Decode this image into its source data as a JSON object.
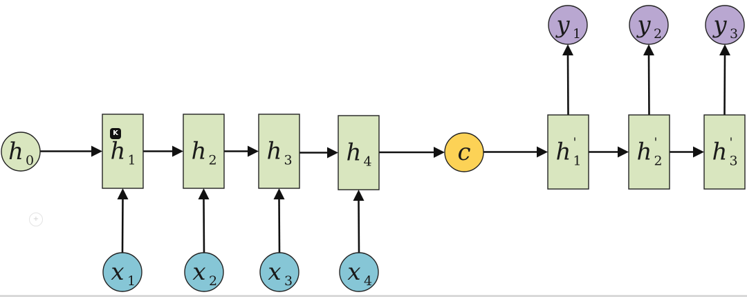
{
  "colors": {
    "hidden_fill": "#d9e6bf",
    "input_fill": "#86c6d6",
    "output_fill": "#b9a7d1",
    "context_fill": "#fcd256",
    "edge": "#111111"
  },
  "nodes": {
    "h0": {
      "main": "h",
      "sub": "0",
      "prime": ""
    },
    "h1": {
      "main": "h",
      "sub": "1",
      "prime": ""
    },
    "h2": {
      "main": "h",
      "sub": "2",
      "prime": ""
    },
    "h3": {
      "main": "h",
      "sub": "3",
      "prime": ""
    },
    "h4": {
      "main": "h",
      "sub": "4",
      "prime": ""
    },
    "c": {
      "main": "c",
      "sub": "",
      "prime": ""
    },
    "hp1": {
      "main": "h",
      "sub": "1",
      "prime": "'"
    },
    "hp2": {
      "main": "h",
      "sub": "2",
      "prime": "'"
    },
    "hp3": {
      "main": "h",
      "sub": "3",
      "prime": "'"
    },
    "x1": {
      "main": "x",
      "sub": "1",
      "prime": ""
    },
    "x2": {
      "main": "x",
      "sub": "2",
      "prime": ""
    },
    "x3": {
      "main": "x",
      "sub": "3",
      "prime": ""
    },
    "x4": {
      "main": "x",
      "sub": "4",
      "prime": ""
    },
    "y1": {
      "main": "y",
      "sub": "1",
      "prime": ""
    },
    "y2": {
      "main": "y",
      "sub": "2",
      "prime": ""
    },
    "y3": {
      "main": "y",
      "sub": "3",
      "prime": ""
    }
  },
  "edges": [
    {
      "from": "h0",
      "to": "h1"
    },
    {
      "from": "h1",
      "to": "h2"
    },
    {
      "from": "h2",
      "to": "h3"
    },
    {
      "from": "h3",
      "to": "h4"
    },
    {
      "from": "h4",
      "to": "c"
    },
    {
      "from": "c",
      "to": "hp1"
    },
    {
      "from": "hp1",
      "to": "hp2"
    },
    {
      "from": "hp2",
      "to": "hp3"
    },
    {
      "from": "x1",
      "to": "h1"
    },
    {
      "from": "x2",
      "to": "h2"
    },
    {
      "from": "x3",
      "to": "h3"
    },
    {
      "from": "x4",
      "to": "h4"
    },
    {
      "from": "hp1",
      "to": "y1"
    },
    {
      "from": "hp2",
      "to": "y2"
    },
    {
      "from": "hp3",
      "to": "y3"
    }
  ],
  "watermark": {
    "badge_text": "K",
    "icon": "watermark-logo-icon"
  },
  "decor": {
    "plus_icon": "plus-circle-icon",
    "plus_glyph": "+"
  }
}
